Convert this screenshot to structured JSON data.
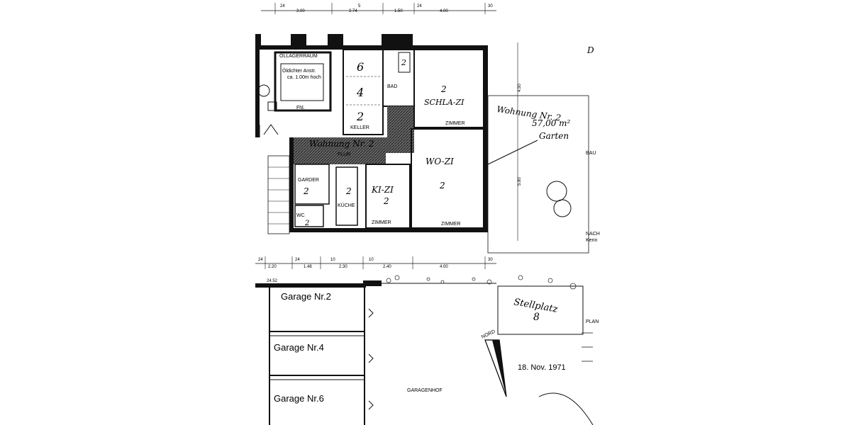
{
  "dims_top": [
    "24",
    "3.00",
    "2.74",
    "5",
    "1.50",
    "24",
    "4.00",
    "30"
  ],
  "dims_mid": [
    "24",
    "2.20",
    "24",
    "1.48",
    "10",
    "2.30",
    "10",
    "2.40",
    "4.00",
    "30"
  ],
  "dims_side": [
    "4.50",
    "5.80",
    "24.52"
  ],
  "rooms": {
    "oellager": "ÖLLAGERRAUM",
    "oeldichter": "Öldichter Anstr.",
    "oeldichter2": "ca. 1.00m hoch",
    "fhl": "Fhl.",
    "keller": "KELLER",
    "bad": "BAD",
    "flur": "FLUR",
    "garder": "GARDER",
    "kueche": "KÜCHE",
    "wc": "WC",
    "zimmer_schla": "ZIMMER",
    "zimmer_ki": "ZIMMER",
    "zimmer_wo": "ZIMMER",
    "garagenhof": "GARAGENHOF",
    "bau": "BAU",
    "nach": "NACH",
    "kenn": "Kenn",
    "plan": "PLAN",
    "nord": "NORD"
  },
  "handwriting": {
    "wohnung": "Wohnung Nr. 2",
    "schla": "SCHLA-ZI",
    "wo": "WO-ZI",
    "ki": "KI-ZI",
    "wohnung_nr2_side": "Wohnung Nr. 2",
    "area": "57,00 m²",
    "garten": "Garten",
    "stellplatz": "Stellplatz",
    "stell_nr": "8",
    "num_6": "6",
    "num_4": "4",
    "num_2a": "2",
    "num_2_bad": "2",
    "num_2_schla": "2",
    "num_2_wo": "2",
    "num_2_ki": "2",
    "num_2_garder": "2",
    "num_2_kueche": "2",
    "num_2_wc": "2",
    "d": "D"
  },
  "garages": [
    "Garage Nr.2",
    "Garage Nr.4",
    "Garage Nr.6"
  ],
  "stamp_date": "18. Nov. 1971"
}
